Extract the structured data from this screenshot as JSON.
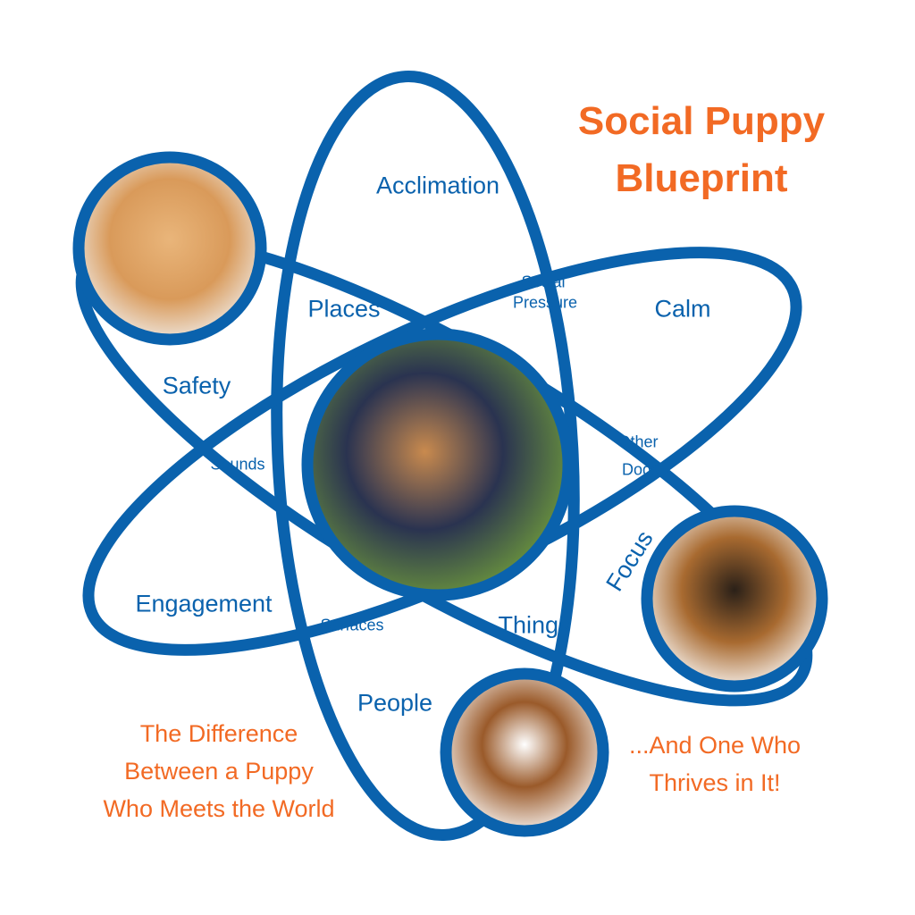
{
  "title": {
    "line1": "Social Puppy",
    "line2": "Blueprint"
  },
  "labels": {
    "acclimation": "Acclimation",
    "places": "Places",
    "social_pressure_1": "Social",
    "social_pressure_2": "Pressure",
    "calm": "Calm",
    "safety": "Safety",
    "sounds": "Sounds",
    "other_dogs_1": "Other",
    "other_dogs_2": "Dogs",
    "focus": "Focus",
    "engagement": "Engagement",
    "surfaces": "Surfaces",
    "things": "Things",
    "people": "People"
  },
  "tagline_left": {
    "line1": "The Difference",
    "line2": "Between a Puppy",
    "line3": "Who Meets the World"
  },
  "tagline_right": {
    "line1": "...And One Who",
    "line2": "Thrives in It!"
  },
  "colors": {
    "blue": "#0a62ad",
    "orange": "#f26a24"
  }
}
